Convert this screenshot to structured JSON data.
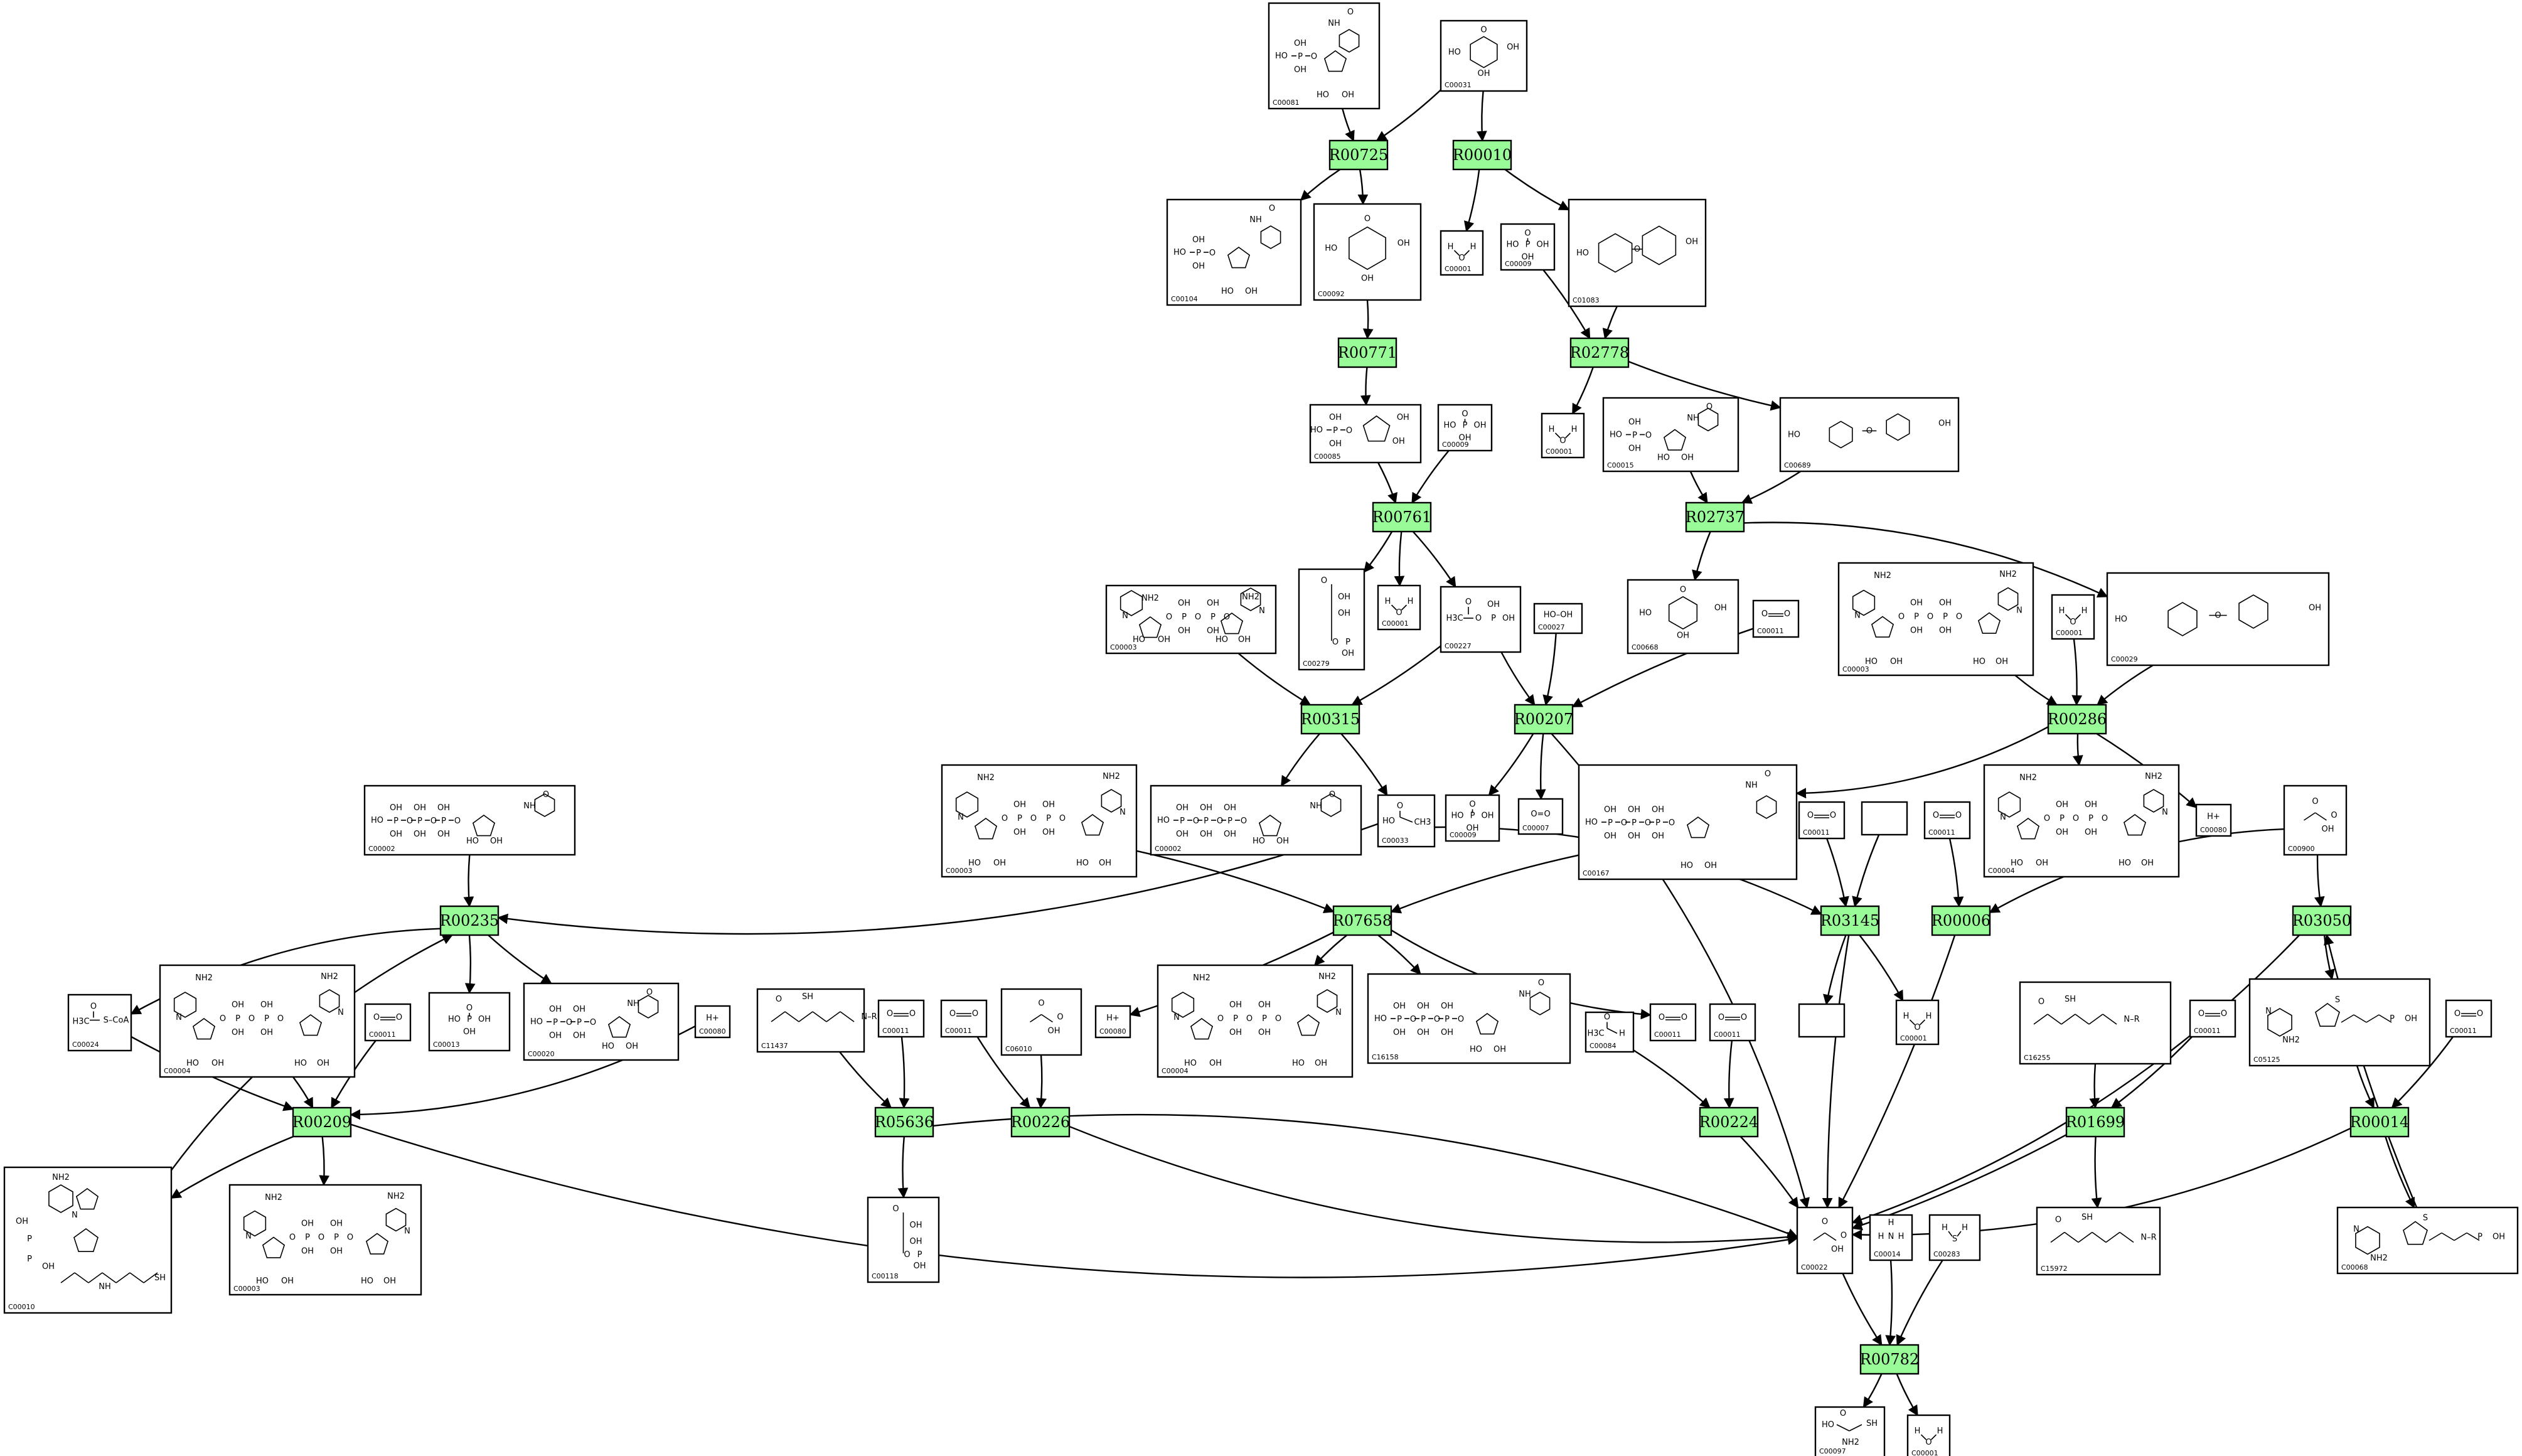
{
  "reactions": [
    {
      "id": "R00725",
      "label": "R00725"
    },
    {
      "id": "R00010",
      "label": "R00010"
    },
    {
      "id": "R00771",
      "label": "R00771"
    },
    {
      "id": "R02778",
      "label": "R02778"
    },
    {
      "id": "R00761",
      "label": "R00761"
    },
    {
      "id": "R02737",
      "label": "R02737"
    },
    {
      "id": "R00315",
      "label": "R00315"
    },
    {
      "id": "R00207",
      "label": "R00207"
    },
    {
      "id": "R00286",
      "label": "R00286"
    },
    {
      "id": "R00235",
      "label": "R00235"
    },
    {
      "id": "R07658",
      "label": "R07658"
    },
    {
      "id": "R03145",
      "label": "R03145"
    },
    {
      "id": "R00006",
      "label": "R00006"
    },
    {
      "id": "R03050",
      "label": "R03050"
    },
    {
      "id": "R00209",
      "label": "R00209"
    },
    {
      "id": "R05636",
      "label": "R05636"
    },
    {
      "id": "R00226",
      "label": "R00226"
    },
    {
      "id": "R00224",
      "label": "R00224"
    },
    {
      "id": "R01699",
      "label": "R01699"
    },
    {
      "id": "R00014",
      "label": "R00014"
    },
    {
      "id": "R00782",
      "label": "R00782"
    }
  ],
  "compounds": [
    {
      "key": "c00081",
      "label": "C00081",
      "icon": "nucleotide-triphosphate-structure"
    },
    {
      "key": "c00031",
      "label": "C00031",
      "icon": "hexose-ring-structure"
    },
    {
      "key": "c00104",
      "label": "C00104",
      "icon": "nucleotide-diphosphate-structure"
    },
    {
      "key": "c00092",
      "label": "C00092",
      "icon": "sugar-phosphate-structure"
    },
    {
      "key": "c00001a",
      "label": "C00001",
      "icon": "water-structure"
    },
    {
      "key": "c00009a",
      "label": "C00009",
      "icon": "phosphate-structure"
    },
    {
      "key": "c01083",
      "label": "C01083",
      "icon": "disaccharide-structure"
    },
    {
      "key": "c00085",
      "label": "C00085",
      "icon": "furanose-phosphate-structure"
    },
    {
      "key": "c00009b",
      "label": "C00009",
      "icon": "phosphate-structure"
    },
    {
      "key": "c00001b",
      "label": "C00001",
      "icon": "water-structure"
    },
    {
      "key": "c00015",
      "label": "C00015",
      "icon": "nucleotide-diphosphate-structure"
    },
    {
      "key": "c00689",
      "label": "C00689",
      "icon": "disaccharide-phosphate-structure"
    },
    {
      "key": "c00003a",
      "label": "C00003",
      "icon": "dinucleotide-structure"
    },
    {
      "key": "c00279",
      "label": "C00279",
      "icon": "aldose-phosphate-structure"
    },
    {
      "key": "c00001c",
      "label": "C00001",
      "icon": "water-structure"
    },
    {
      "key": "c00227",
      "label": "C00227",
      "icon": "acyl-phosphate-structure"
    },
    {
      "key": "c00027",
      "label": "C00027",
      "icon": "peroxide-structure"
    },
    {
      "key": "c00668",
      "label": "C00668",
      "icon": "sugar-phosphate-structure"
    },
    {
      "key": "c00011a",
      "label": "C00011",
      "icon": "carbon-dioxide-structure"
    },
    {
      "key": "c00003b",
      "label": "C00003",
      "icon": "dinucleotide-structure"
    },
    {
      "key": "c00001d",
      "label": "C00001",
      "icon": "water-structure"
    },
    {
      "key": "c00029",
      "label": "C00029",
      "icon": "nucleotide-sugar-structure"
    },
    {
      "key": "c00002a",
      "label": "C00002",
      "icon": "nucleotide-triphosphate-structure"
    },
    {
      "key": "c00003c",
      "label": "C00003",
      "icon": "dinucleotide-structure"
    },
    {
      "key": "c00002b",
      "label": "C00002",
      "icon": "nucleotide-triphosphate-structure"
    },
    {
      "key": "c00033",
      "label": "C00033",
      "icon": "acetate-structure"
    },
    {
      "key": "c00009c",
      "label": "C00009",
      "icon": "phosphate-structure"
    },
    {
      "key": "c00007",
      "label": "C00007",
      "icon": "oxygen-structure"
    },
    {
      "key": "c00167",
      "label": "C00167",
      "icon": "nucleotide-sugar-structure"
    },
    {
      "key": "c00011b",
      "label": "C00011",
      "icon": "carbon-dioxide-structure"
    },
    {
      "key": "cblank1",
      "label": "",
      "icon": "empty-structure"
    },
    {
      "key": "c00011c",
      "label": "C00011",
      "icon": "carbon-dioxide-structure"
    },
    {
      "key": "c00004a",
      "label": "C00004",
      "icon": "dinucleotide-structure"
    },
    {
      "key": "c00080a",
      "label": "C00080",
      "icon": "proton-structure"
    },
    {
      "key": "c00900",
      "label": "C00900",
      "icon": "keto-acid-structure"
    },
    {
      "key": "c00024",
      "label": "C00024",
      "icon": "acyl-coa-structure"
    },
    {
      "key": "c00004b",
      "label": "C00004",
      "icon": "dinucleotide-structure"
    },
    {
      "key": "c00011d",
      "label": "C00011",
      "icon": "carbon-dioxide-structure"
    },
    {
      "key": "c00013",
      "label": "C00013",
      "icon": "diphosphate-structure"
    },
    {
      "key": "c00020",
      "label": "C00020",
      "icon": "nucleotide-monophosphate-structure"
    },
    {
      "key": "c00080b",
      "label": "C00080",
      "icon": "proton-structure"
    },
    {
      "key": "c11437",
      "label": "C11437",
      "icon": "sugar-phosphate-chain-structure"
    },
    {
      "key": "c00011e",
      "label": "C00011",
      "icon": "carbon-dioxide-structure"
    },
    {
      "key": "c00011f",
      "label": "C00011",
      "icon": "carbon-dioxide-structure"
    },
    {
      "key": "c06010",
      "label": "C06010",
      "icon": "keto-acid-structure"
    },
    {
      "key": "c00080c",
      "label": "C00080",
      "icon": "proton-structure"
    },
    {
      "key": "c00004c",
      "label": "C00004",
      "icon": "dinucleotide-structure"
    },
    {
      "key": "c16158",
      "label": "C16158",
      "icon": "nucleotide-sugar-structure"
    },
    {
      "key": "c00011g",
      "label": "C00011",
      "icon": "carbon-dioxide-structure"
    },
    {
      "key": "c00084",
      "label": "C00084",
      "icon": "aldehyde-structure"
    },
    {
      "key": "c00011h",
      "label": "C00011",
      "icon": "carbon-dioxide-structure"
    },
    {
      "key": "cblank2",
      "label": "",
      "icon": "empty-structure"
    },
    {
      "key": "c00001e",
      "label": "C00001",
      "icon": "water-structure"
    },
    {
      "key": "c16255",
      "label": "C16255",
      "icon": "thioester-chain-structure"
    },
    {
      "key": "c00011i",
      "label": "C00011",
      "icon": "carbon-dioxide-structure"
    },
    {
      "key": "c05125",
      "label": "C05125",
      "icon": "thiamine-adduct-structure"
    },
    {
      "key": "c00011j",
      "label": "C00011",
      "icon": "carbon-dioxide-structure"
    },
    {
      "key": "c00010",
      "label": "C00010",
      "icon": "coenzyme-a-structure"
    },
    {
      "key": "c00003d",
      "label": "C00003",
      "icon": "dinucleotide-structure"
    },
    {
      "key": "c00118",
      "label": "C00118",
      "icon": "aldose-phosphate-structure"
    },
    {
      "key": "c00022",
      "label": "C00022",
      "icon": "keto-acid-structure"
    },
    {
      "key": "c00014",
      "label": "C00014",
      "icon": "ammonia-structure"
    },
    {
      "key": "c00283",
      "label": "C00283",
      "icon": "hydrogen-sulfide-structure"
    },
    {
      "key": "c15972",
      "label": "C15972",
      "icon": "dithiolane-chain-structure"
    },
    {
      "key": "c00068",
      "label": "C00068",
      "icon": "thiamine-diphosphate-structure"
    },
    {
      "key": "c00097",
      "label": "C00097",
      "icon": "amino-acid-structure"
    },
    {
      "key": "c00001f",
      "label": "C00001",
      "icon": "water-structure"
    }
  ],
  "atoms": {
    "oh": "OH",
    "ho": "HO",
    "p": "P",
    "o": "O",
    "nh": "NH",
    "n": "N",
    "nh2": "NH2",
    "h": "H",
    "s": "S",
    "sh": "SH",
    "ch3": "CH3",
    "h3c": "H3C",
    "hplus": "H+",
    "scoa": "S–CoA",
    "hooh": "HO–OH",
    "oeqo": "O=O",
    "nr": "N–R",
    "r": "R"
  }
}
